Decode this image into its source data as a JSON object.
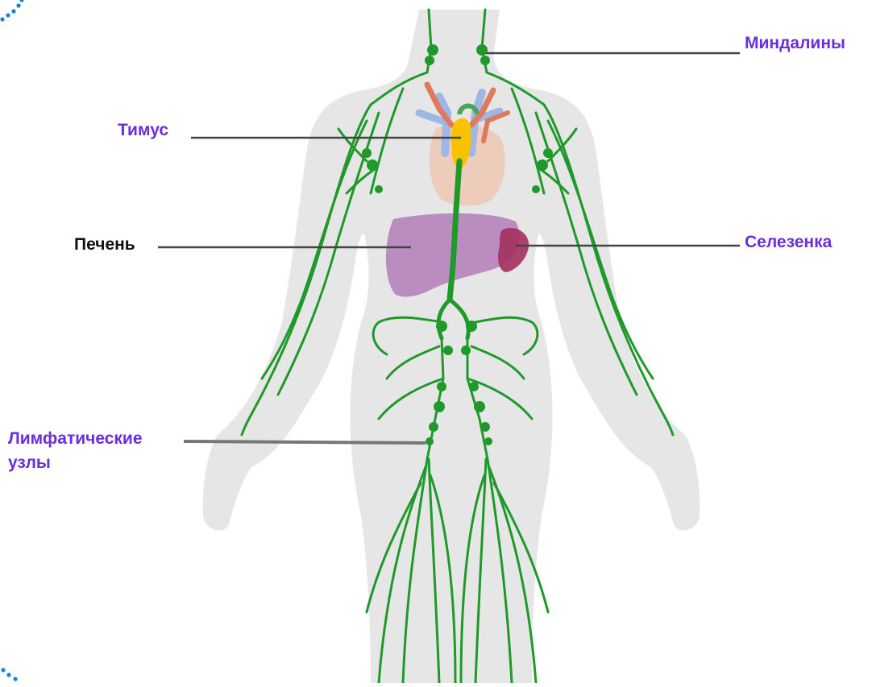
{
  "labels": {
    "tonsils": "Миндалины",
    "thymus": "Тимус",
    "liver": "Печень",
    "spleen": "Селезенка",
    "lymph_nodes_line1": "Лимфатические",
    "lymph_nodes_line2": "узлы"
  },
  "colors": {
    "accent_label": "#6a2ee0",
    "plain_label": "#111111",
    "lymph_vessels": "#1f9a2a",
    "body_silhouette": "#e6e6e6",
    "liver": "#b27bb8",
    "spleen": "#a3305e",
    "thymus": "#f7c200",
    "heart": "#efc7b4",
    "veins": "#9db8e6",
    "arteries": "#e07a5f",
    "leader_line": "#444444",
    "decor_dots": "#1a7fd6"
  },
  "icons": {
    "corner_decoration": "dotted-arc-icon"
  }
}
